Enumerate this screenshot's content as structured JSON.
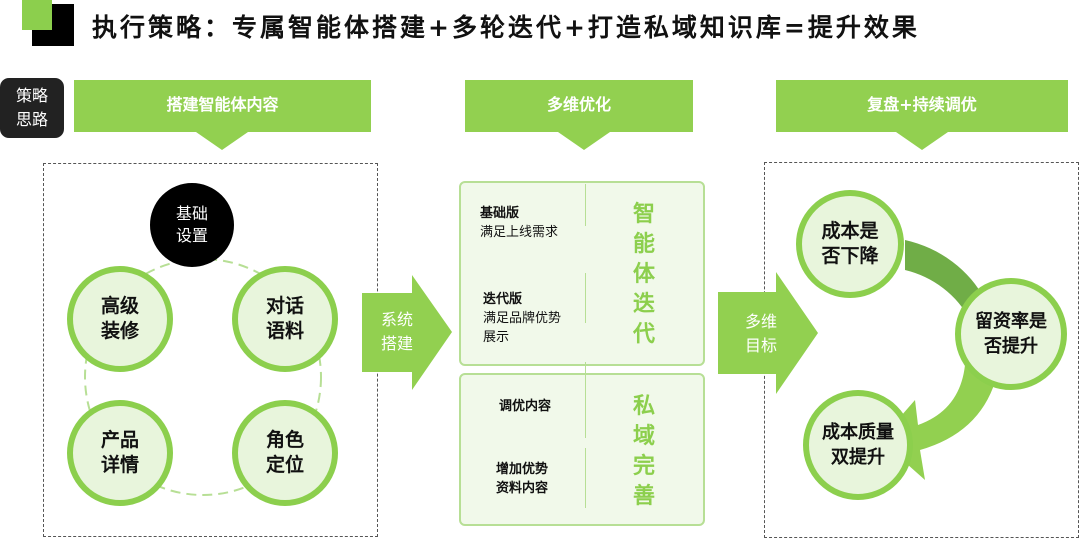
{
  "title": "执行策略：专属智能体搭建+多轮迭代+打造私域知识库=提升效果",
  "tag": {
    "line1": "策略",
    "line2": "思路"
  },
  "headers": [
    "搭建智能体内容",
    "多维优化",
    "复盘+持续调优"
  ],
  "left": {
    "center": {
      "line1": "基础",
      "line2": "设置"
    },
    "nodes": [
      {
        "line1": "高级",
        "line2": "装修"
      },
      {
        "line1": "对话",
        "line2": "语料"
      },
      {
        "line1": "产品",
        "line2": "详情"
      },
      {
        "line1": "角色",
        "line2": "定位"
      }
    ]
  },
  "arrow1": {
    "line1": "系统",
    "line2": "搭建"
  },
  "arrow2": {
    "line1": "多维",
    "line2": "目标"
  },
  "middle": {
    "top": {
      "v_label": [
        "智",
        "能",
        "体",
        "迭",
        "代"
      ],
      "items": [
        {
          "title": "基础版",
          "desc": "满足上线需求"
        },
        {
          "title": "迭代版",
          "desc": "满足品牌优势",
          "desc2": "展示"
        }
      ]
    },
    "bottom": {
      "v_label": [
        "私",
        "域",
        "完",
        "善"
      ],
      "items": [
        {
          "title": "调优内容"
        },
        {
          "title": "增加优势",
          "title2": "资料内容"
        }
      ]
    }
  },
  "right": {
    "nodes": [
      {
        "line1": "成本是",
        "line2": "否下降"
      },
      {
        "line1": "留资率是",
        "line2": "否提升"
      },
      {
        "line1": "成本质量",
        "line2": "双提升"
      }
    ]
  }
}
